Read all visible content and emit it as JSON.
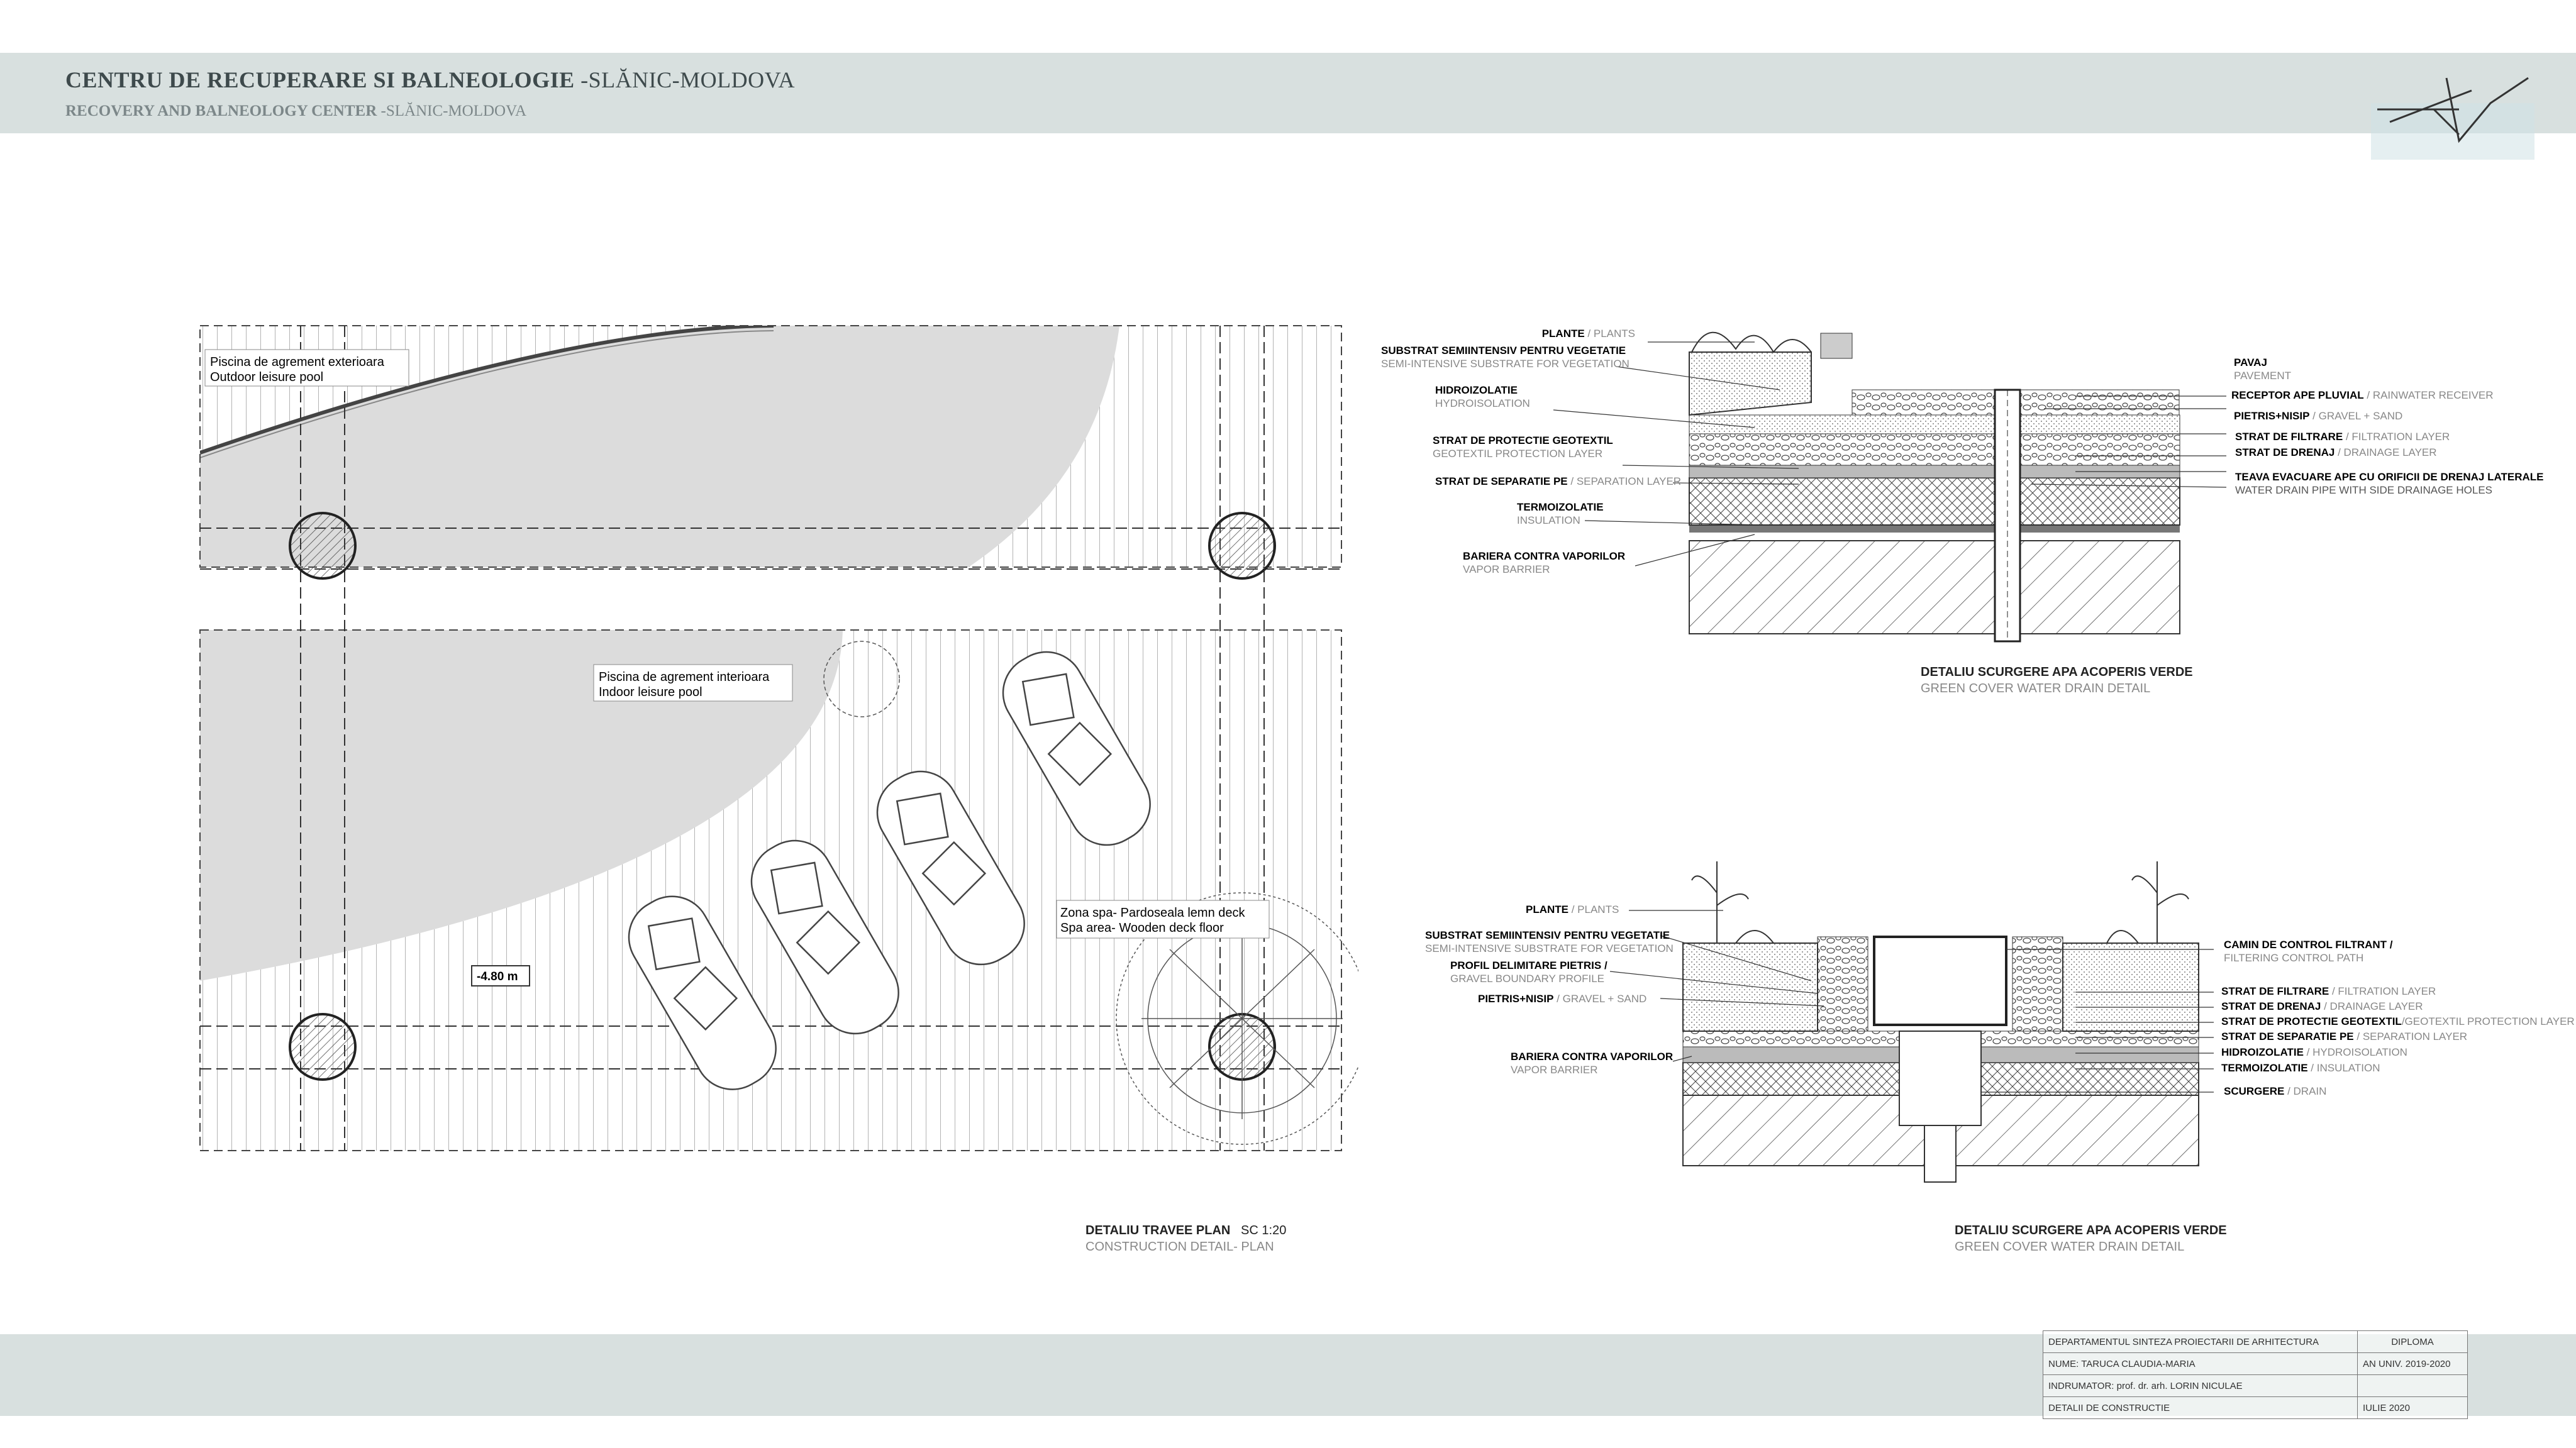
{
  "header": {
    "title": "CENTRU DE RECUPERARE SI BALNEOLOGIE",
    "title_suffix": "-SLĂNIC-MOLDOVA",
    "subtitle": "RECOVERY AND BALNEOLOGY CENTER",
    "subtitle_suffix": "-SLĂNIC-MOLDOVA"
  },
  "plan": {
    "outdoor_pool_ro": "Piscina de agrement exterioara",
    "outdoor_pool_en": "Outdoor leisure pool",
    "indoor_pool_ro": "Piscina de agrement interioara",
    "indoor_pool_en": "Indoor leisure pool",
    "spa_ro": "Zona spa- Pardoseala lemn deck",
    "spa_en": "Spa area- Wooden deck floor",
    "level": "-4.80 m",
    "caption_ro": "DETALIU TRAVEE PLAN",
    "caption_scale": "SC 1:20",
    "caption_en": "CONSTRUCTION DETAIL- PLAN"
  },
  "detail1": {
    "labels_left": [
      {
        "ro": "PLANTE",
        "en": "PLANTS"
      },
      {
        "ro": "SUBSTRAT SEMIINTENSIV PENTRU VEGETATIE",
        "en": "SEMI-INTENSIVE SUBSTRATE FOR VEGETATION"
      },
      {
        "ro": "HIDROIZOLATIE",
        "en": "HYDROISOLATION"
      },
      {
        "ro": "STRAT DE PROTECTIE GEOTEXTIL",
        "en": "GEOTEXTIL PROTECTION LAYER"
      },
      {
        "ro": "STRAT DE SEPARATIE PE",
        "en": "SEPARATION LAYER"
      },
      {
        "ro": "TERMOIZOLATIE",
        "en": "INSULATION"
      },
      {
        "ro": "BARIERA CONTRA VAPORILOR",
        "en": "VAPOR BARRIER"
      }
    ],
    "labels_right": [
      {
        "ro": "PAVAJ",
        "en": "PAVEMENT"
      },
      {
        "ro": "RECEPTOR APE PLUVIAL",
        "en": "RAINWATER RECEIVER"
      },
      {
        "ro": "PIETRIS+NISIP",
        "en": "GRAVEL + SAND"
      },
      {
        "ro": "STRAT DE FILTRARE",
        "en": "FILTRATION LAYER"
      },
      {
        "ro": "STRAT DE DRENAJ",
        "en": "DRAINAGE LAYER"
      },
      {
        "ro": "TEAVA EVACUARE APE CU ORIFICII DE DRENAJ LATERALE",
        "en": "WATER DRAIN PIPE WITH SIDE DRAINAGE HOLES"
      }
    ],
    "caption_ro": "DETALIU SCURGERE APA ACOPERIS VERDE",
    "caption_en": "GREEN COVER WATER DRAIN DETAIL"
  },
  "detail2": {
    "labels_left": [
      {
        "ro": "PLANTE",
        "en": "PLANTS"
      },
      {
        "ro": "SUBSTRAT SEMIINTENSIV PENTRU VEGETATIE",
        "en": "SEMI-INTENSIVE SUBSTRATE FOR VEGETATION"
      },
      {
        "ro": "PROFIL DELIMITARE PIETRIS /",
        "en": "GRAVEL BOUNDARY PROFILE"
      },
      {
        "ro": "PIETRIS+NISIP",
        "en": "GRAVEL + SAND"
      },
      {
        "ro": "BARIERA CONTRA VAPORILOR",
        "en": "VAPOR BARRIER"
      }
    ],
    "labels_right": [
      {
        "ro": "CAMIN DE CONTROL FILTRANT /",
        "en": "FILTERING CONTROL PATH"
      },
      {
        "ro": "STRAT DE FILTRARE",
        "en": "FILTRATION LAYER"
      },
      {
        "ro": "STRAT DE DRENAJ",
        "en": "DRAINAGE LAYER"
      },
      {
        "ro": "STRAT DE PROTECTIE GEOTEXTIL",
        "en": "GEOTEXTIL PROTECTION LAYER"
      },
      {
        "ro": "STRAT DE SEPARATIE PE",
        "en": "SEPARATION LAYER"
      },
      {
        "ro": "HIDROIZOLATIE",
        "en": "HYDROISOLATION"
      },
      {
        "ro": "TERMOIZOLATIE",
        "en": "INSULATION"
      },
      {
        "ro": "SCURGERE",
        "en": "DRAIN"
      }
    ],
    "caption_ro": "DETALIU SCURGERE APA ACOPERIS VERDE",
    "caption_en": "GREEN COVER WATER DRAIN DETAIL"
  },
  "title_block": {
    "department": "DEPARTAMENTUL SINTEZA PROIECTARII DE ARHITECTURA",
    "type": "DIPLOMA",
    "name": "NUME: TARUCA CLAUDIA-MARIA",
    "year": "AN UNIV. 2019-2020",
    "advisor": "INDRUMATOR: prof. dr. arh. LORIN NICULAE",
    "sheet": "DETALII DE  CONSTRUCTIE",
    "date": "IULIE 2020"
  }
}
